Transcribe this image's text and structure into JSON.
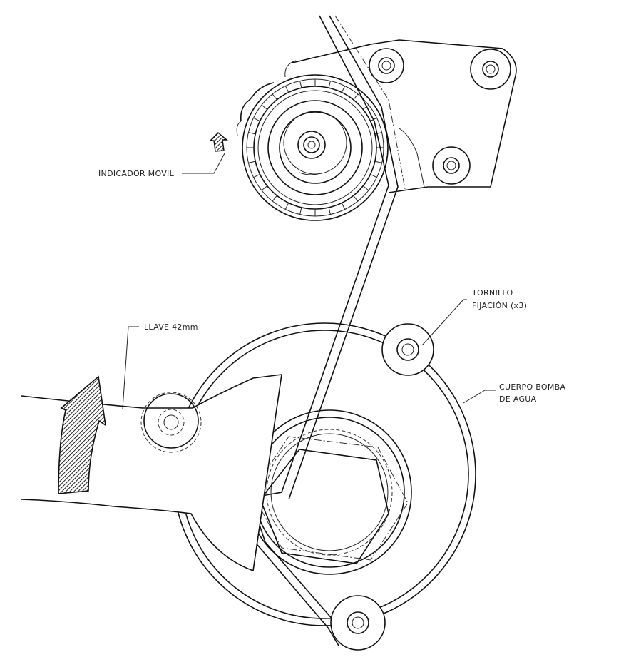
{
  "labels": {
    "moving_indicator": "INDICADOR MOVIL",
    "wrench": "LLAVE 42mm",
    "fixing_bolt_line1": "TORNILLO",
    "fixing_bolt_line2": "FIJACIÓN (x3)",
    "pump_body_line1": "CUERPO BOMBA",
    "pump_body_line2": "DE AGUA"
  }
}
